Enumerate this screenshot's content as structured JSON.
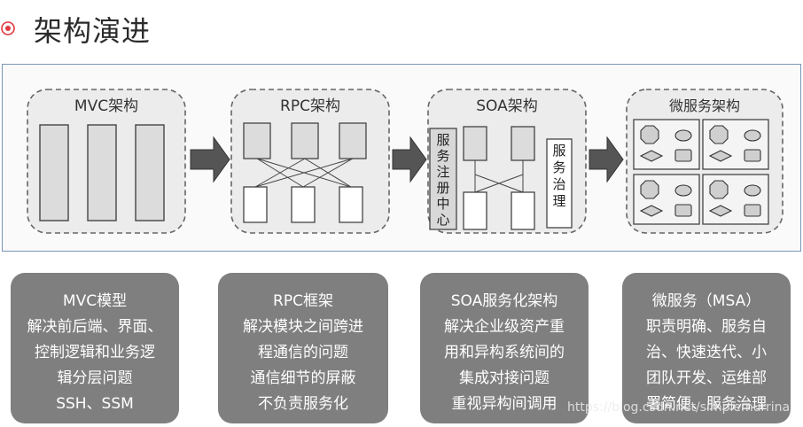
{
  "header": {
    "title": "架构演进"
  },
  "diagram": {
    "stages": [
      {
        "title": "MVC架构"
      },
      {
        "title": "RPC架构"
      },
      {
        "title": "SOA架构",
        "left_label": [
          "服",
          "务",
          "注",
          "册",
          "中",
          "心"
        ],
        "right_label": [
          "服",
          "务",
          "治",
          "理"
        ]
      },
      {
        "title": "微服务架构"
      }
    ]
  },
  "cards": [
    {
      "lines": [
        "MVC模型",
        "解决前后端、界面、",
        "控制逻辑和业务逻",
        "辑分层问题",
        "SSH、SSM"
      ]
    },
    {
      "lines": [
        "RPC框架",
        "解决模块之间跨进",
        "程通信的问题",
        "通信细节的屏蔽",
        "不负责服务化"
      ]
    },
    {
      "lines": [
        "SOA服务化架构",
        "解决企业级资产重",
        "用和异构系统间的",
        "集成对接问题",
        "重视异构间调用"
      ]
    },
    {
      "lines": [
        "微服务（MSA）",
        "职责明确、服务自",
        "治、快速迭代、小",
        "团队开发、运维部",
        "署简便、服务治理"
      ]
    }
  ],
  "watermark": "https://blog.csdn.net/simplemurrina",
  "colors": {
    "accent": "#e0393e",
    "card_bg": "#7f7f7f",
    "frame_border": "#7a95b6"
  }
}
